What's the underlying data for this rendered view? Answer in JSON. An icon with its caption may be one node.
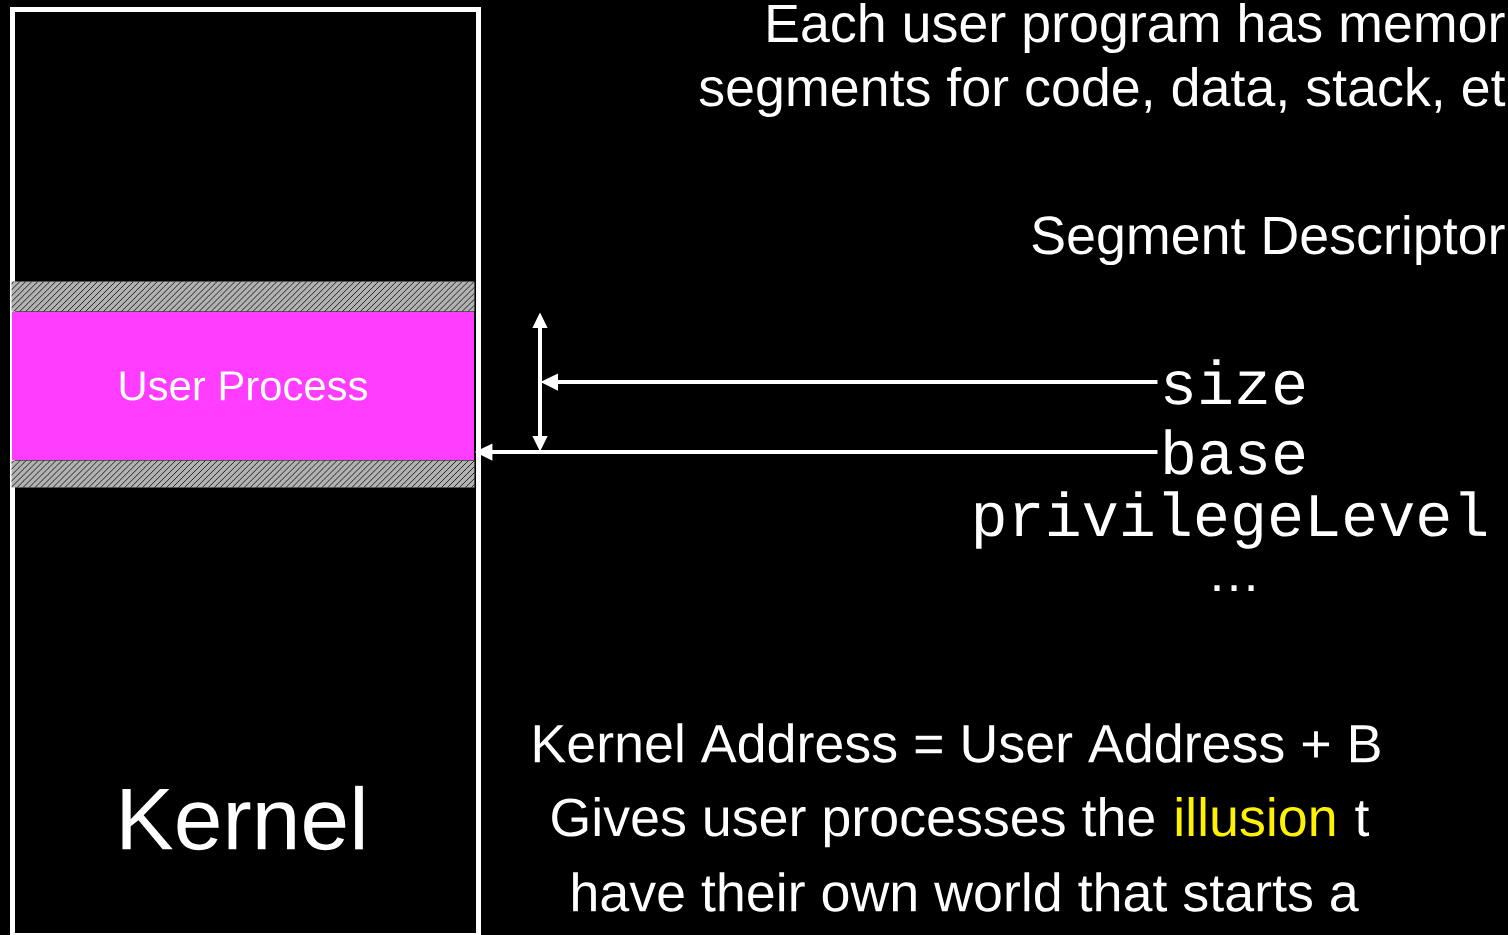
{
  "diagram": {
    "nodes": [
      {
        "text": [
          "Kernel"
        ]
      },
      {
        "text": [
          "User Process"
        ],
        "in": 0
      },
      {
        "text": [
          "size"
        ]
      },
      {
        "text": [
          "base"
        ]
      },
      {
        "text": [
          "privilegeLevel"
        ]
      }
    ],
    "edges": [
      {
        "from": 2,
        "to": null,
        "arrow": "to"
      },
      {
        "from": 3,
        "to": 1,
        "arrow": "to"
      }
    ],
    "labels": [
      "Each user program has memor",
      "segments for code, data, stack, et",
      "Segment Descriptor",
      "…",
      "Kernel Address = User Address + B",
      "Gives user processes the",
      "illusion",
      "t",
      "have their own world that starts a"
    ]
  }
}
